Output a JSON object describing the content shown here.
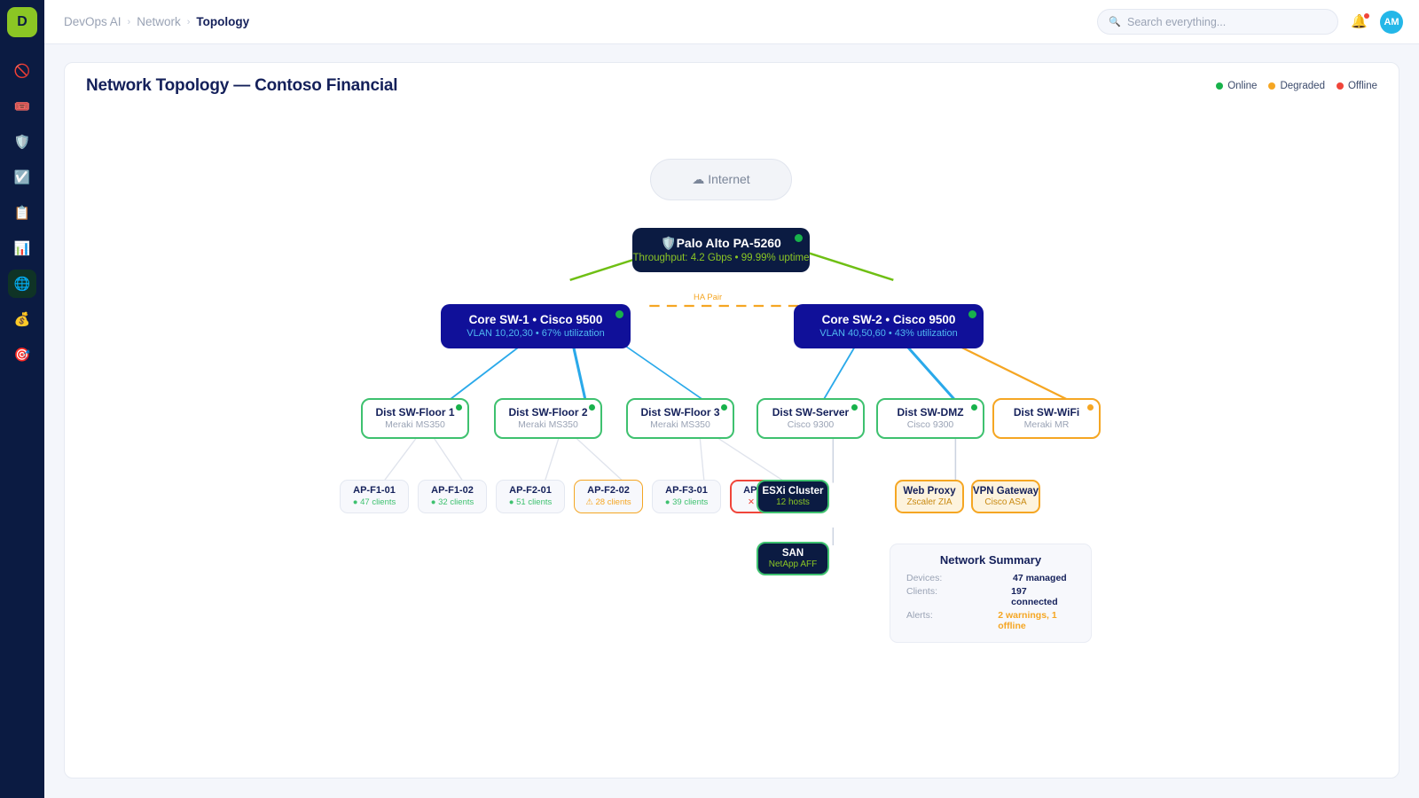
{
  "brand": {
    "logo_letter": "D"
  },
  "sidebar": {
    "items": [
      {
        "name": "blocked",
        "glyph": "🚫",
        "active": false
      },
      {
        "name": "tickets",
        "glyph": "🎟️",
        "active": false
      },
      {
        "name": "security",
        "glyph": "🛡️",
        "active": false
      },
      {
        "name": "tasks",
        "glyph": "☑️",
        "active": false
      },
      {
        "name": "clipboard",
        "glyph": "📋",
        "active": false
      },
      {
        "name": "analytics",
        "glyph": "📊",
        "active": false
      },
      {
        "name": "network",
        "glyph": "🌐",
        "active": true
      },
      {
        "name": "billing",
        "glyph": "💰",
        "active": false
      },
      {
        "name": "goals",
        "glyph": "🎯",
        "active": false
      }
    ]
  },
  "topbar": {
    "breadcrumb": [
      "DevOps AI",
      "Network",
      "Topology"
    ],
    "separator": "›",
    "search": {
      "placeholder": "Search everything...",
      "icon": "🔍"
    },
    "bell_icon": "🔔",
    "avatar_initials": "AM"
  },
  "page": {
    "title": "Network Topology — Contoso Financial",
    "legend": [
      {
        "label": "Online",
        "color": "#18b24b"
      },
      {
        "label": "Degraded",
        "color": "#f5a623"
      },
      {
        "label": "Offline",
        "color": "#f0453a"
      }
    ]
  },
  "topology": {
    "ha_label": "HA Pair",
    "nodes": {
      "internet": {
        "title": "☁ Internet"
      },
      "firewall": {
        "title": "🛡️Palo Alto PA-5260",
        "sub": "Throughput: 4.2 Gbps • 99.99% uptime"
      },
      "core1": {
        "title": "Core SW-1 • Cisco 9500",
        "sub": "VLAN 10,20,30 • 67% utilization"
      },
      "core2": {
        "title": "Core SW-2 • Cisco 9500",
        "sub": "VLAN 40,50,60 • 43% utilization"
      },
      "dist_f1": {
        "title": "Dist SW-Floor 1",
        "sub": "Meraki MS350"
      },
      "dist_f2": {
        "title": "Dist SW-Floor 2",
        "sub": "Meraki MS350"
      },
      "dist_f3": {
        "title": "Dist SW-Floor 3",
        "sub": "Meraki MS350"
      },
      "dist_srv": {
        "title": "Dist SW-Server",
        "sub": "Cisco 9300"
      },
      "dist_dmz": {
        "title": "Dist SW-DMZ",
        "sub": "Cisco 9300"
      },
      "dist_wifi": {
        "title": "Dist SW-WiFi",
        "sub": "Meraki MR"
      },
      "ap_f1_01": {
        "title": "AP-F1-01",
        "sub": "● 47 clients"
      },
      "ap_f1_02": {
        "title": "AP-F1-02",
        "sub": "● 32 clients"
      },
      "ap_f2_01": {
        "title": "AP-F2-01",
        "sub": "● 51 clients"
      },
      "ap_f2_02": {
        "title": "AP-F2-02",
        "sub": "⚠ 28 clients"
      },
      "ap_f3_01": {
        "title": "AP-F3-01",
        "sub": "● 39 clients"
      },
      "ap_f3_02": {
        "title": "AP-F3-02",
        "sub": "✕ Offline"
      },
      "esxi": {
        "title": "ESXi Cluster",
        "sub": "12 hosts"
      },
      "san": {
        "title": "SAN",
        "sub": "NetApp AFF"
      },
      "proxy": {
        "title": "Web Proxy",
        "sub": "Zscaler ZIA"
      },
      "vpn": {
        "title": "VPN Gateway",
        "sub": "Cisco ASA"
      }
    }
  },
  "summary": {
    "title": "Network Summary",
    "rows": [
      {
        "key": "Devices:",
        "value": "47 managed",
        "alert": false
      },
      {
        "key": "Clients:",
        "value": "197 connected",
        "alert": false
      },
      {
        "key": "Alerts:",
        "value": "2 warnings, 1 offline",
        "alert": true
      }
    ]
  }
}
